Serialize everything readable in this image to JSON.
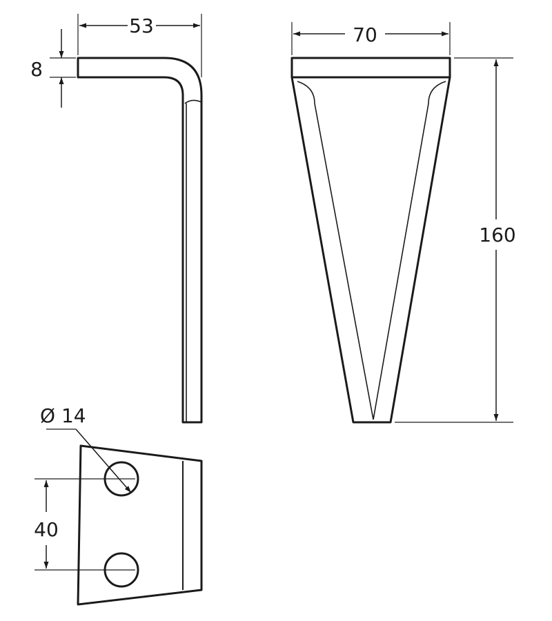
{
  "dimensions": {
    "side_width": "53",
    "side_thickness": "8",
    "front_width": "70",
    "front_height": "160",
    "hole_diameter": "Ø 14",
    "hole_spacing": "40"
  },
  "colors": {
    "line": "#1a1a1a",
    "background": "#ffffff"
  }
}
